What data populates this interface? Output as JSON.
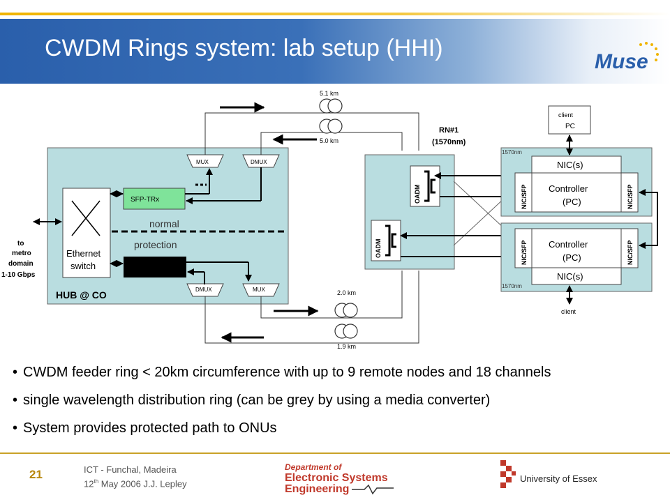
{
  "slide": {
    "title": "CWDM Rings system: lab setup (HHI)",
    "page_number": "21",
    "footer_line1": "ICT - Funchal, Madeira",
    "footer_line2_day": "12",
    "footer_line2_sup": "th",
    "footer_line2_rest": " May 2006 J.J. Lepley",
    "logo_text": "Muse",
    "dept_line1": "Department of",
    "dept_line2": "Electronic Systems",
    "dept_line3": "Engineering",
    "university": "University of Essex"
  },
  "diagram": {
    "hub_label": "HUB @ CO",
    "ethernet_label1": "Ethernet",
    "ethernet_label2": "switch",
    "sfp_label": "SFP-TRx",
    "normal_label": "normal",
    "protection_label": "protection",
    "mux_label": "MUX",
    "dmux_label": "DMUX",
    "metro_line1": "to",
    "metro_line2": "metro",
    "metro_line3": "domain",
    "metro_line4": "1-10 Gbps",
    "fiber_top1": "5.1 km",
    "fiber_top2": "5.0 km",
    "fiber_bot1": "2.0 km",
    "fiber_bot2": "1.9 km",
    "rn_line1": "RN#1",
    "rn_line2": "(1570nm)",
    "oadm_label": "OADM",
    "client_pc_line1": "client",
    "client_pc_line2": "PC",
    "client_label": "client",
    "nm_label": "1570nm",
    "nic_label": "NIC(s)",
    "nicsfp_label": "NIC/SFP",
    "controller_line1": "Controller",
    "controller_line2": "(PC)"
  },
  "bullets": [
    "CWDM feeder ring < 20km circumference with up to 9 remote nodes and 18 channels",
    "single wavelength distribution ring (can be grey by using a media converter)",
    "System provides protected path to ONUs"
  ],
  "colors": {
    "header_blue": "#2a5fab",
    "gold": "#f0b400",
    "box_fill": "#b9dde0",
    "sfp_green": "#7fe39a"
  }
}
